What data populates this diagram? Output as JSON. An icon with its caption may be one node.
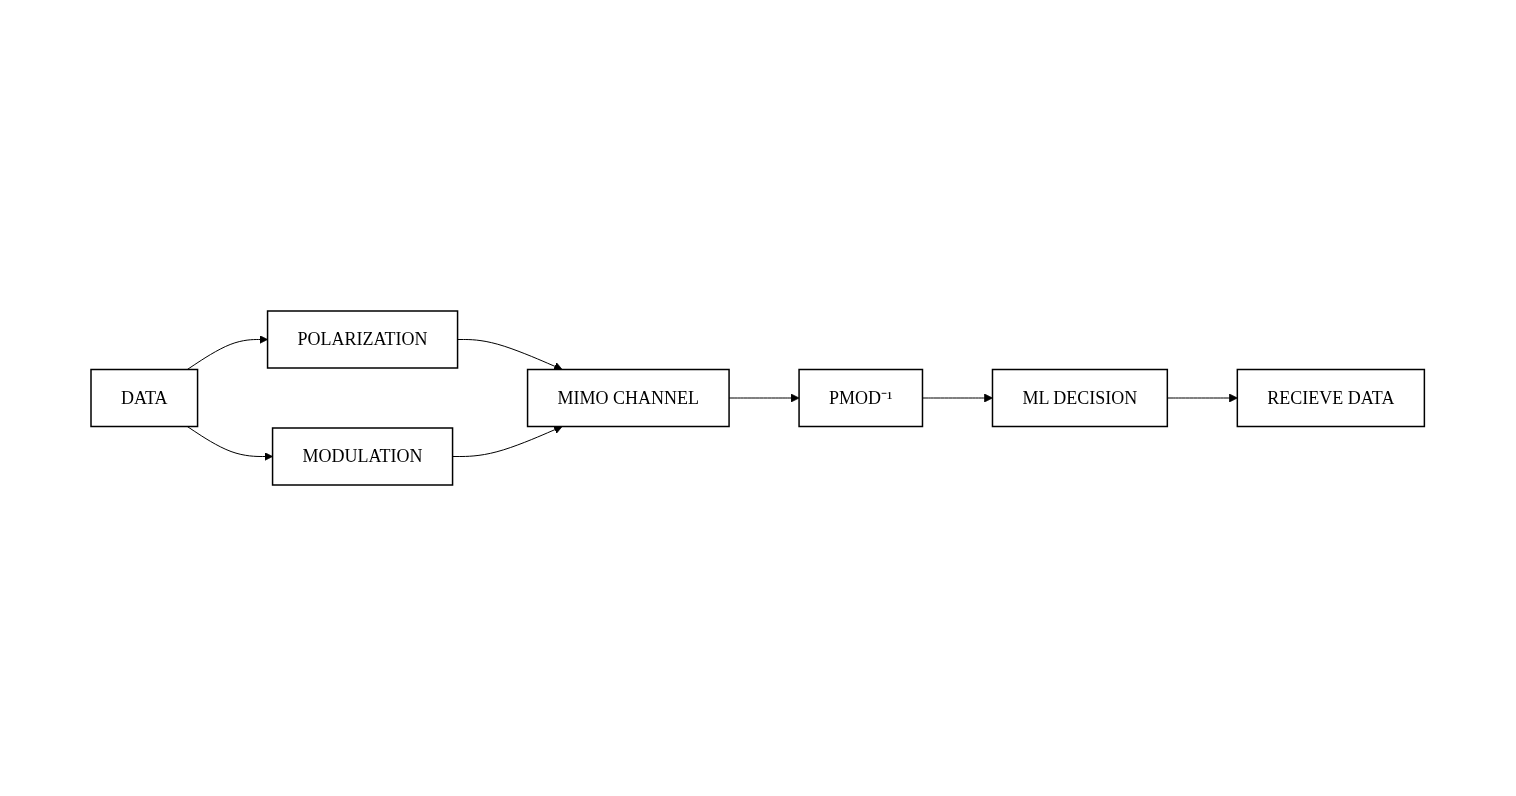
{
  "diagram": {
    "nodes": [
      {
        "text": [
          "POLARIZATION"
        ]
      },
      {
        "text": [
          "DATA"
        ]
      },
      {
        "text": [
          "MIMO CHANNEL"
        ]
      },
      {
        "text": [
          "PMOD⁻¹"
        ]
      },
      {
        "text": [
          "ML DECISION"
        ]
      },
      {
        "text": [
          "MODULATION"
        ]
      },
      {
        "text": [
          "RECIEVE DATA"
        ]
      }
    ],
    "edges": [
      {
        "from": 1,
        "to": 0,
        "arrow": "to"
      },
      {
        "from": 1,
        "to": 5,
        "arrow": "to"
      },
      {
        "from": 0,
        "to": 2,
        "arrow": "to"
      },
      {
        "from": 5,
        "to": 2,
        "arrow": "to"
      },
      {
        "from": 2,
        "to": 3,
        "arrow": "to"
      },
      {
        "from": 3,
        "to": 4,
        "arrow": "to"
      },
      {
        "from": 4,
        "to": 6,
        "arrow": "to"
      }
    ]
  }
}
